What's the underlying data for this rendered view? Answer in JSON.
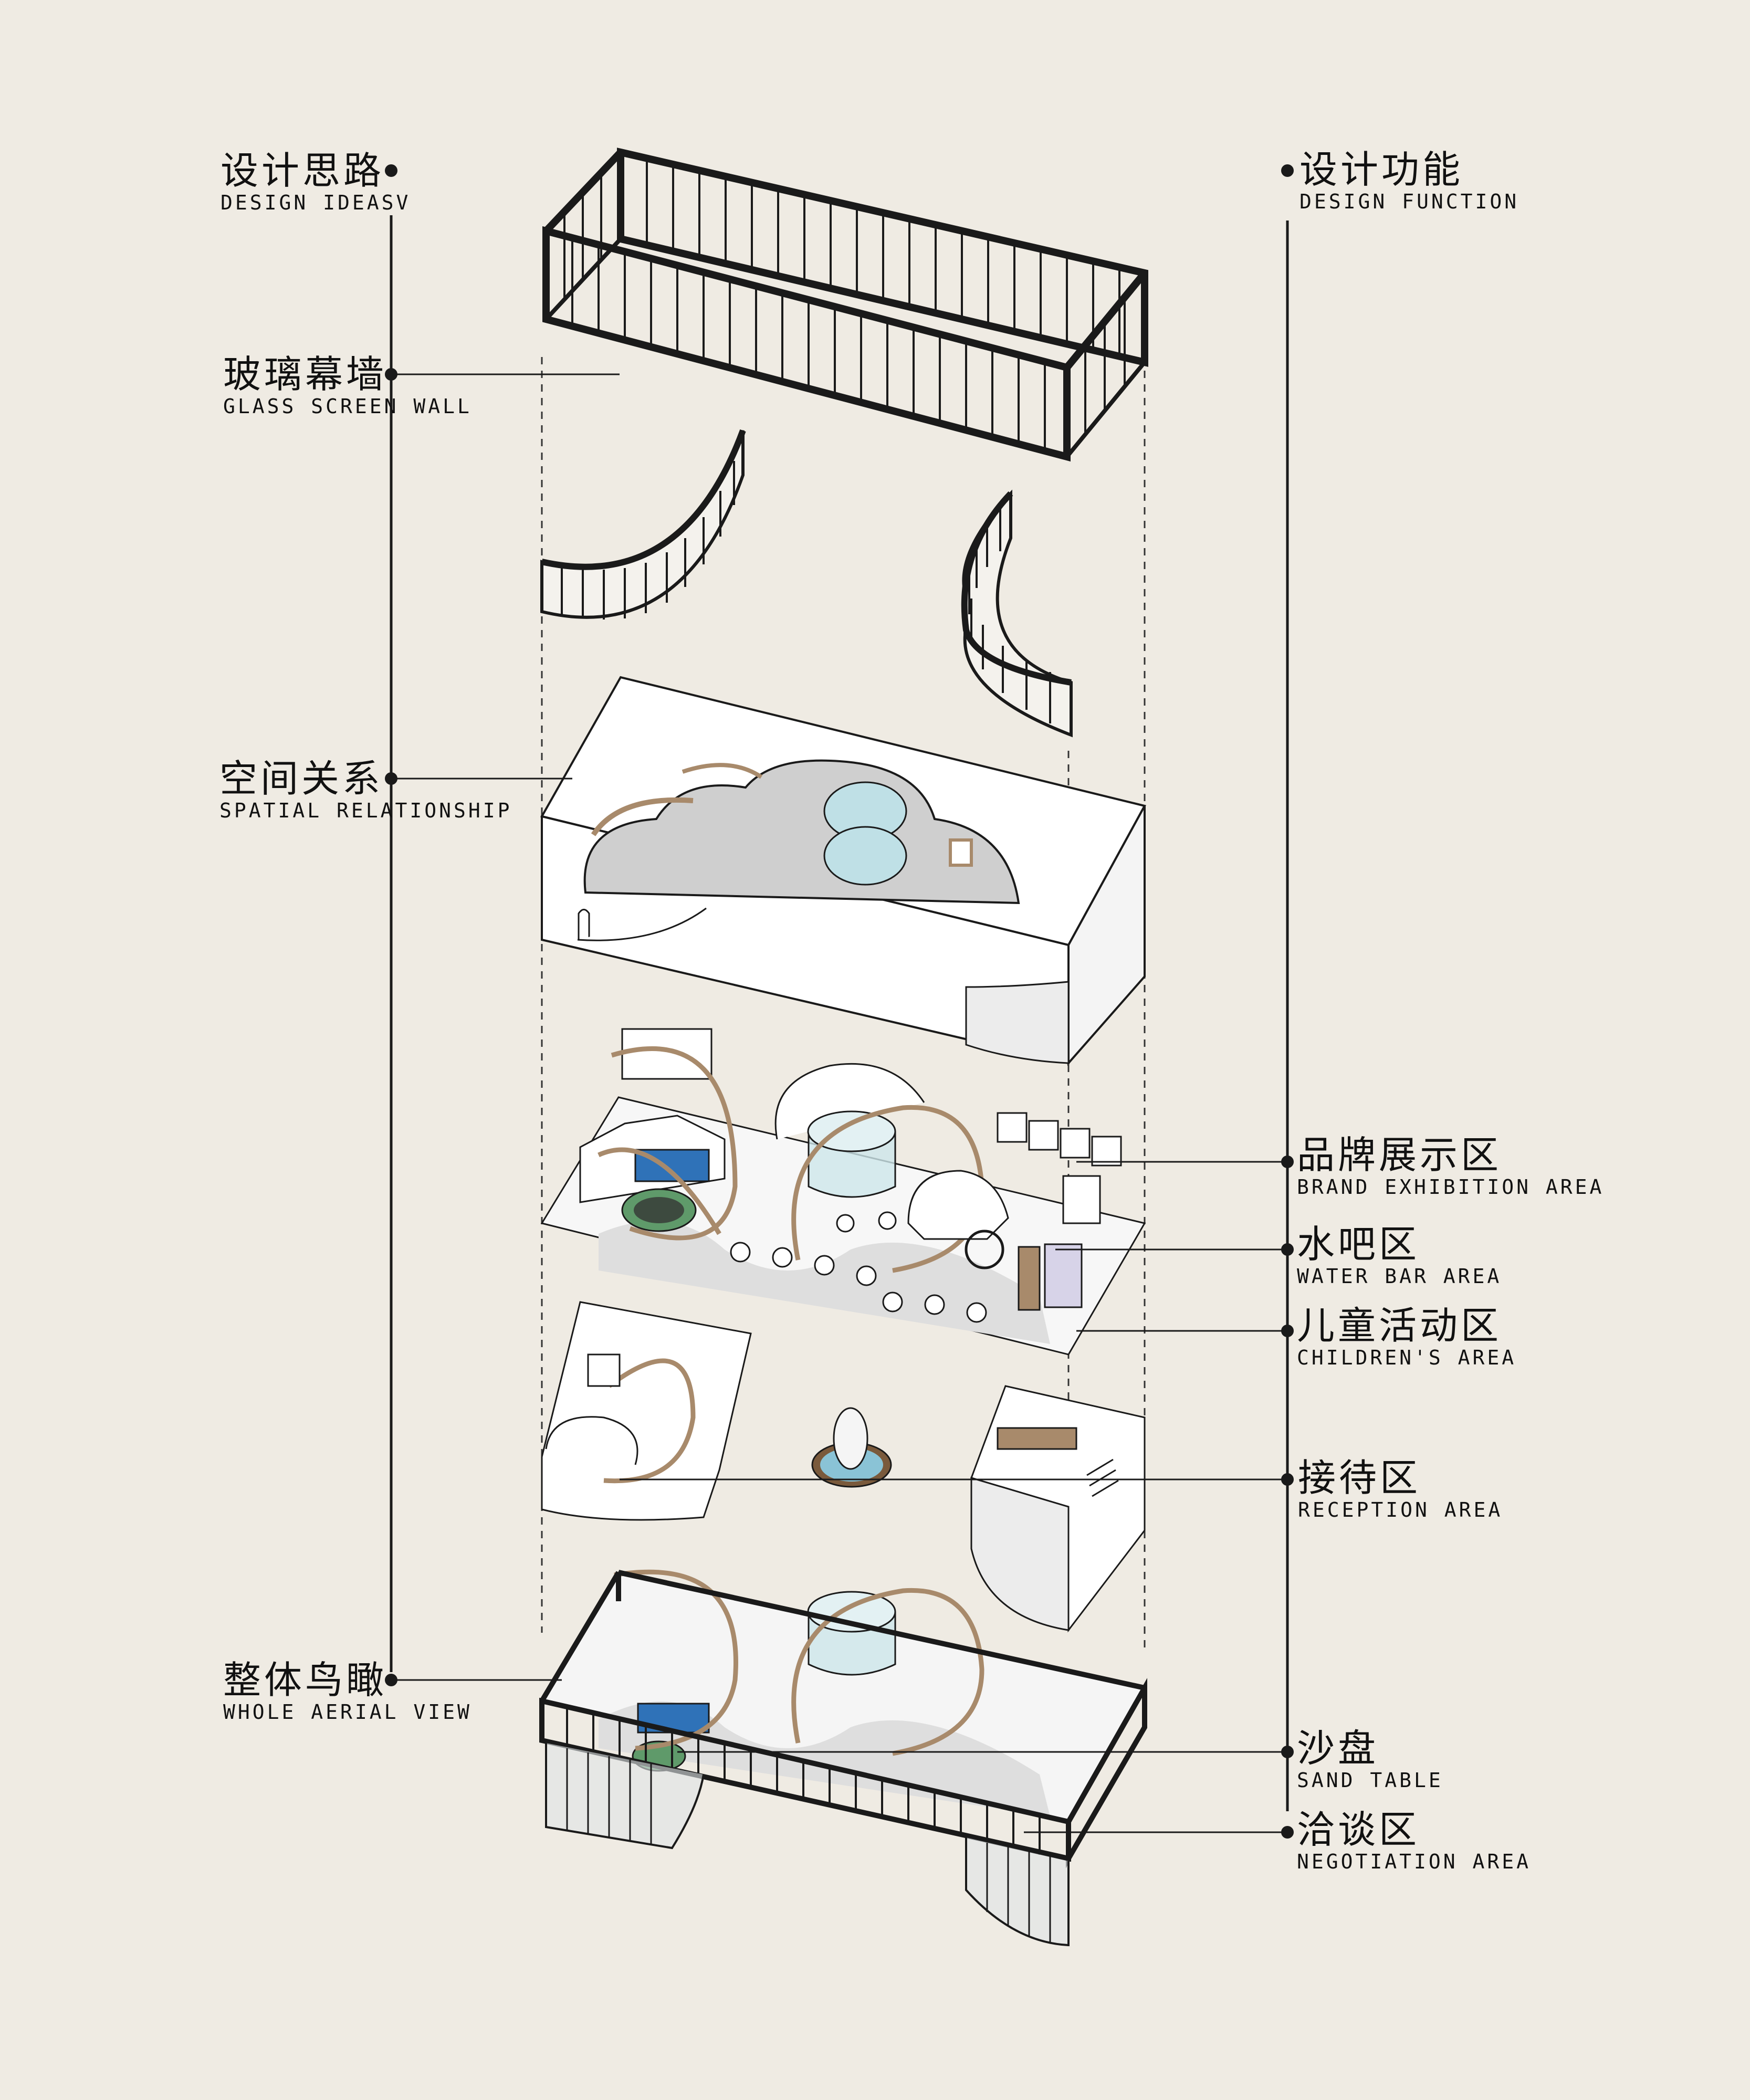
{
  "left_labels": [
    {
      "zh": "设计思路",
      "en": "DESIGN IDEASV"
    },
    {
      "zh": "玻璃幕墙",
      "en": "GLASS SCREEN WALL"
    },
    {
      "zh": "空间关系",
      "en": "SPATIAL RELATIONSHIP"
    },
    {
      "zh": "整体鸟瞰",
      "en": "WHOLE AERIAL VIEW"
    }
  ],
  "right_labels": [
    {
      "zh": "设计功能",
      "en": "DESIGN FUNCTION"
    },
    {
      "zh": "品牌展示区",
      "en": "BRAND EXHIBITION AREA"
    },
    {
      "zh": "水吧区",
      "en": "WATER BAR AREA"
    },
    {
      "zh": "儿童活动区",
      "en": "CHILDREN'S AREA"
    },
    {
      "zh": "接待区",
      "en": "RECEPTION AREA"
    },
    {
      "zh": "沙盘",
      "en": "SAND TABLE"
    },
    {
      "zh": "洽谈区",
      "en": "NEGOTIATION AREA"
    }
  ],
  "colors": {
    "background": "#efebe3",
    "line": "#1a1a1a",
    "wall": "#ffffff",
    "floor": "#d9d9d9",
    "wood": "#a88a6b",
    "glass": "#bfe0e6",
    "green": "#5f9a6a",
    "screen": "#2f72b8"
  }
}
